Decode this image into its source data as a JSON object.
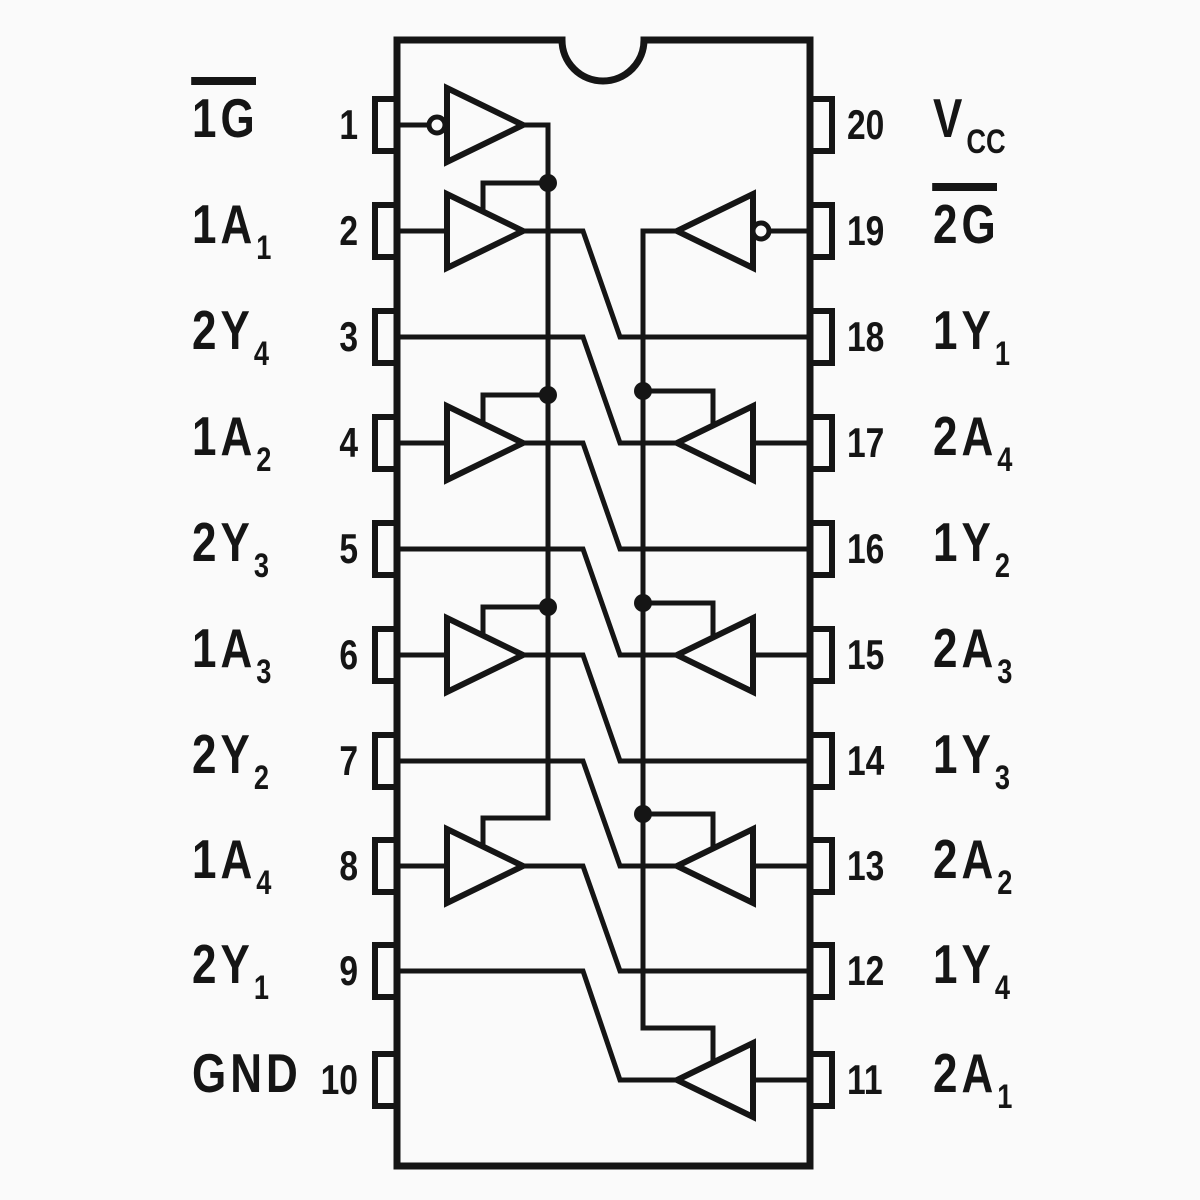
{
  "diagram": {
    "type": "ic-logic-pinout",
    "package": "DIP-20",
    "description": "Octal buffer / line driver logic diagram with two active-low enables"
  },
  "colors": {
    "ink": "#151515",
    "bg": "#fafafa"
  },
  "pins": {
    "left": [
      {
        "number": "1",
        "name": "1G",
        "sub": "",
        "overline": true
      },
      {
        "number": "2",
        "name": "1A",
        "sub": "1",
        "overline": false
      },
      {
        "number": "3",
        "name": "2Y",
        "sub": "4",
        "overline": false
      },
      {
        "number": "4",
        "name": "1A",
        "sub": "2",
        "overline": false
      },
      {
        "number": "5",
        "name": "2Y",
        "sub": "3",
        "overline": false
      },
      {
        "number": "6",
        "name": "1A",
        "sub": "3",
        "overline": false
      },
      {
        "number": "7",
        "name": "2Y",
        "sub": "2",
        "overline": false
      },
      {
        "number": "8",
        "name": "1A",
        "sub": "4",
        "overline": false
      },
      {
        "number": "9",
        "name": "2Y",
        "sub": "1",
        "overline": false
      },
      {
        "number": "10",
        "name": "GND",
        "sub": "",
        "overline": false
      }
    ],
    "right": [
      {
        "number": "20",
        "name": "V",
        "sub": "CC",
        "overline": false
      },
      {
        "number": "19",
        "name": "2G",
        "sub": "",
        "overline": true
      },
      {
        "number": "18",
        "name": "1Y",
        "sub": "1",
        "overline": false
      },
      {
        "number": "17",
        "name": "2A",
        "sub": "4",
        "overline": false
      },
      {
        "number": "16",
        "name": "1Y",
        "sub": "2",
        "overline": false
      },
      {
        "number": "15",
        "name": "2A",
        "sub": "3",
        "overline": false
      },
      {
        "number": "14",
        "name": "1Y",
        "sub": "3",
        "overline": false
      },
      {
        "number": "13",
        "name": "2A",
        "sub": "2",
        "overline": false
      },
      {
        "number": "12",
        "name": "1Y",
        "sub": "4",
        "overline": false
      },
      {
        "number": "11",
        "name": "2A",
        "sub": "1",
        "overline": false
      }
    ]
  }
}
